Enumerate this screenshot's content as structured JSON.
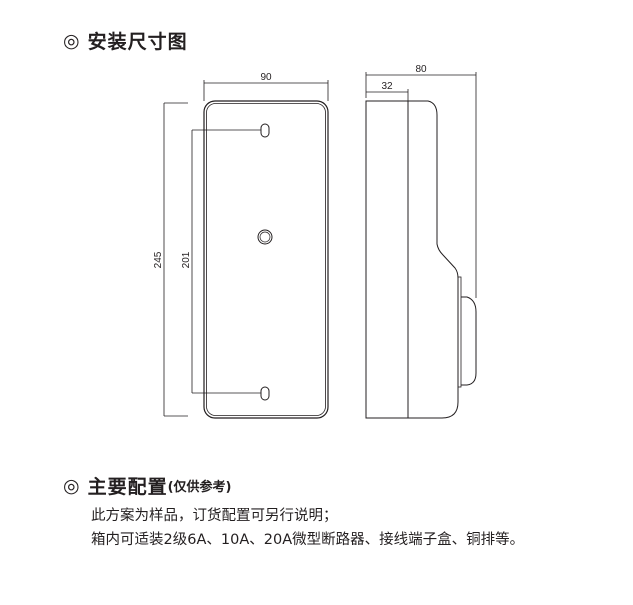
{
  "section_install": {
    "bullet": "◎",
    "title": "安装尺寸图"
  },
  "drawing": {
    "front_view": {
      "width_label": "90",
      "height_label": "245",
      "hole_spacing_label": "201"
    },
    "side_view": {
      "depth_label": "80",
      "base_depth_label": "32"
    },
    "line_color": "#231f20"
  },
  "section_config": {
    "bullet": "◎",
    "title": "主要配置",
    "note": "(仅供参考)",
    "lines": [
      "此方案为样品，订货配置可另行说明；",
      "箱内可适装2级6A、10A、20A微型断路器、接线端子盒、铜排等。"
    ]
  }
}
